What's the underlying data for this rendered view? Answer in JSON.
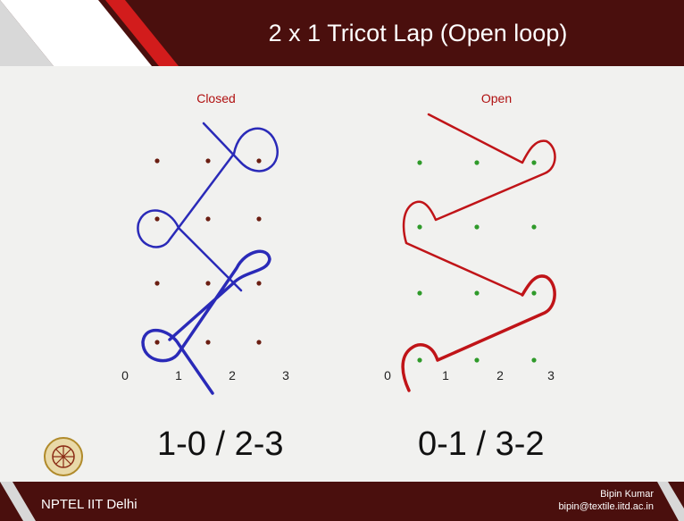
{
  "slide": {
    "title": "2 x 1 Tricot Lap (Open loop)",
    "footer_brand": "NPTEL IIT Delhi",
    "author_name": "Bipin Kumar",
    "author_email": "bipin@textile.iitd.ac.in"
  },
  "closed_panel": {
    "label": "Closed",
    "columns": [
      "0",
      "1",
      "2",
      "3"
    ],
    "notation": "1-0 / 2-3",
    "color": "#2a2ab8",
    "dot_color": "#6b1e12"
  },
  "open_panel": {
    "label": "Open",
    "columns": [
      "0",
      "1",
      "2",
      "3"
    ],
    "notation": "0-1 / 3-2",
    "color": "#c01418",
    "dot_color": "#2f9a2a"
  },
  "colors": {
    "bar": "#4a0f0d",
    "background": "#f1f1ef"
  }
}
